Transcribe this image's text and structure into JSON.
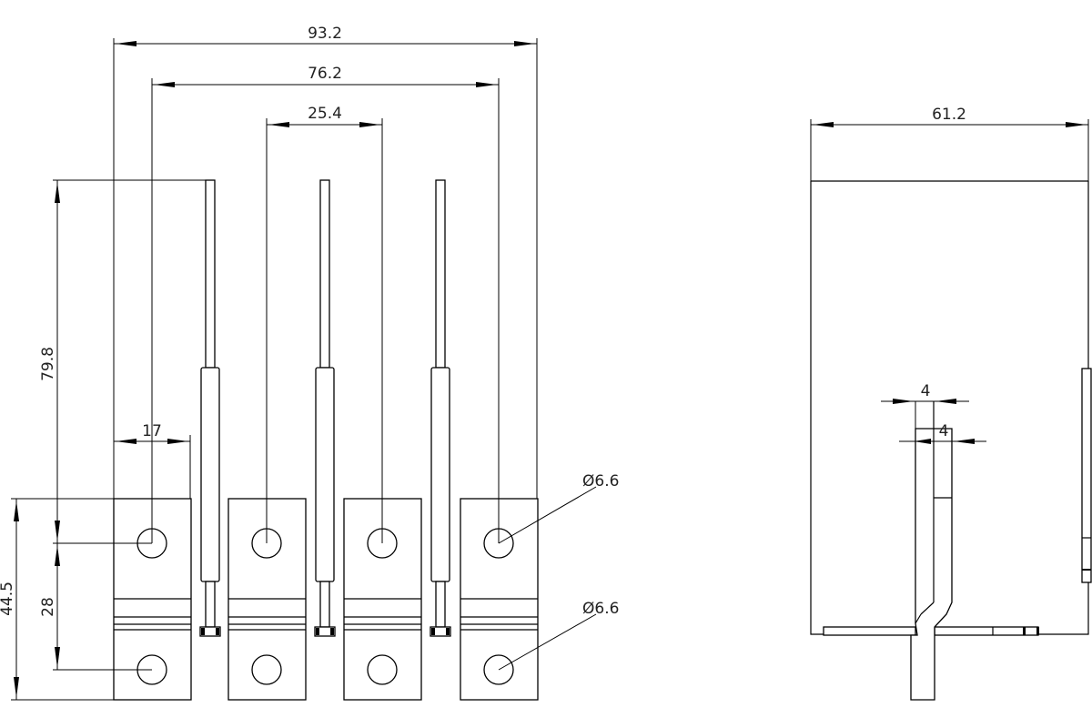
{
  "drawing": {
    "front_view": {
      "dimensions": {
        "overall_width": "93.2",
        "outer_hole_pitch": "76.2",
        "inner_hole_pitch": "25.4",
        "terminal_width": "17",
        "pin_height": "79.8",
        "hole_spacing": "28",
        "terminal_height": "44.5"
      },
      "hole_callouts": [
        "Ø6.6",
        "Ø6.6"
      ],
      "terminal_count": 4,
      "pin_count": 3
    },
    "side_view": {
      "dimensions": {
        "overall_width": "61.2",
        "pin_thickness_upper": "4",
        "pin_thickness_lower": "4"
      }
    }
  }
}
